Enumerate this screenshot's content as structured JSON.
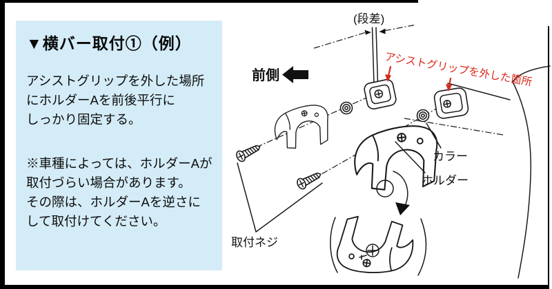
{
  "panel": {
    "title": "▼横バー取付①（例）",
    "para1": [
      "アシストグリップを外した場所",
      "にホルダーAを前後平行に",
      "しっかり固定する。"
    ],
    "para2": [
      "※車種によっては、ホルダーAが",
      "取付づらい場合があります。",
      "その際は、ホルダーAを逆さに",
      "して取付けてください。"
    ]
  },
  "diagram": {
    "step_label": "(段差)",
    "front_label": "前側",
    "removed_grip_label": "アシストグリップを外した箇所",
    "collar_label": "カラー",
    "holder_label": "ホルダー",
    "screw_label": "取付ネジ"
  },
  "colors": {
    "panel_bg": "#d4ecf7",
    "ink": "#1a1a1a",
    "annotation_red": "#d9291b"
  }
}
